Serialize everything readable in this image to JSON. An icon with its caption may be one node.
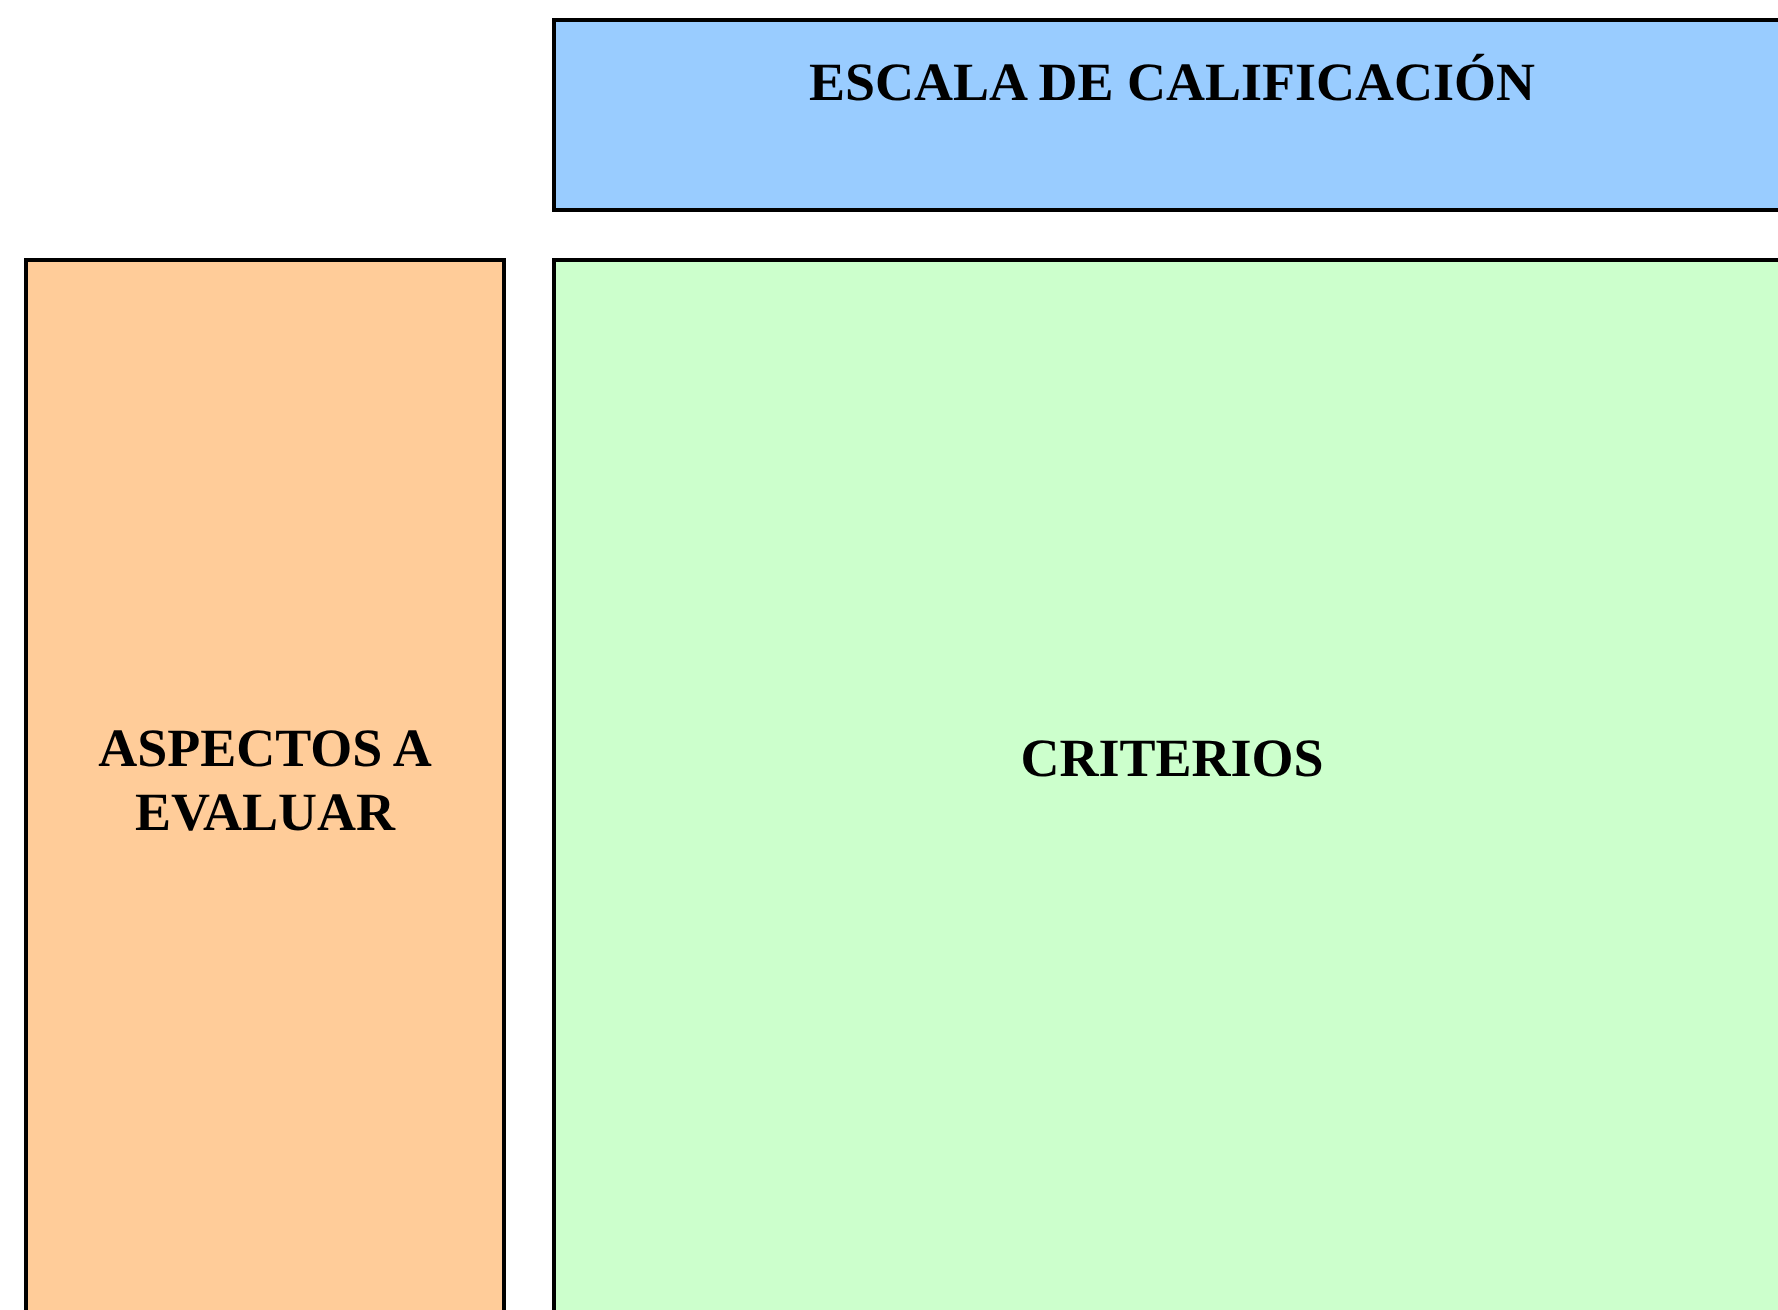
{
  "diagram": {
    "nodes": [
      {
        "text": [
          "ESCALA DE CALIFICACIÓN"
        ]
      },
      {
        "text": [
          "ASPECTOS A EVALUAR"
        ]
      },
      {
        "text": [
          "CRITERIOS"
        ]
      }
    ]
  }
}
